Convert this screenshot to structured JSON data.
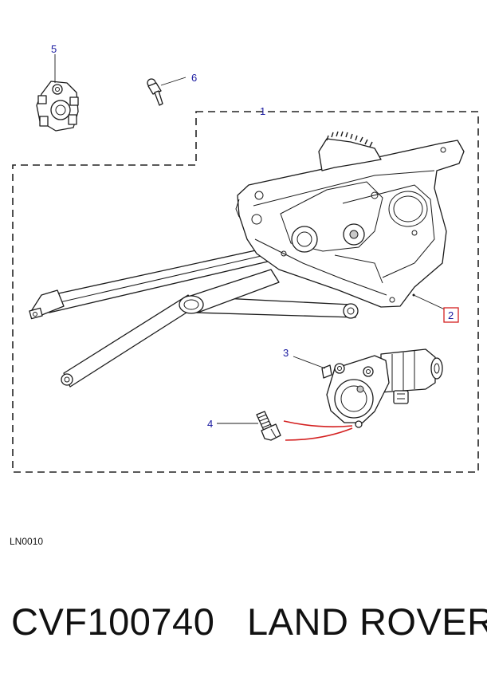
{
  "diagram": {
    "callouts": [
      "1",
      "2",
      "3",
      "4",
      "5",
      "6"
    ],
    "highlighted_callout": "2",
    "highlight_color": "#d42020",
    "callout_color": "#1a1aa0",
    "reference_code": "LN0010"
  },
  "footer": {
    "part_number": "CVF100740",
    "brand": "LAND ROVER"
  }
}
